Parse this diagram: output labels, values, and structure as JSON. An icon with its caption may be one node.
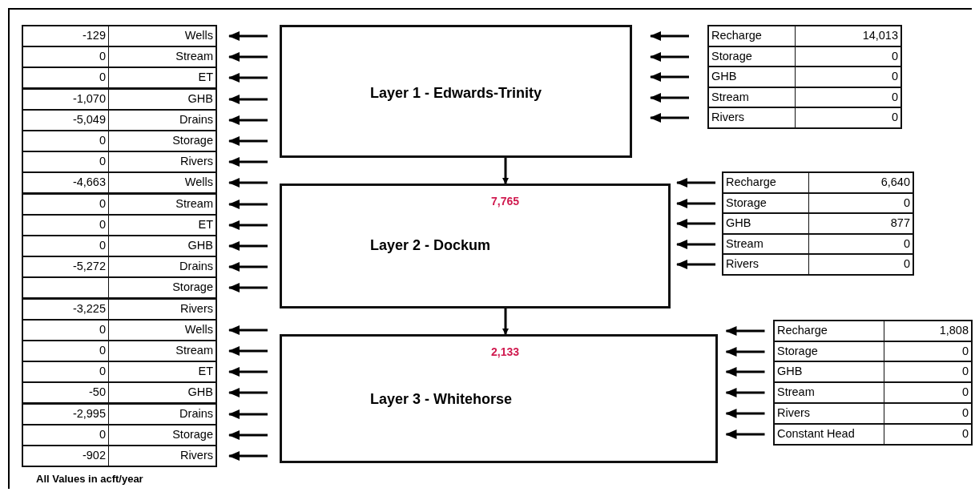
{
  "diagram": {
    "nodes": [
      {
        "text": [
          "Layer 1 - Edwards-Trinity"
        ]
      },
      {
        "text": [
          "Layer 2 - Dockum"
        ]
      },
      {
        "text": [
          "Layer 3 - Whitehorse"
        ]
      },
      {
        "text": [
          "-129",
          "Wells"
        ]
      },
      {
        "text": [
          "0",
          "Stream"
        ]
      },
      {
        "text": [
          "0",
          "ET"
        ]
      },
      {
        "text": [
          "-1,070",
          "GHB"
        ]
      },
      {
        "text": [
          "-5,049",
          "Drains"
        ]
      },
      {
        "text": [
          "0",
          "Storage"
        ]
      },
      {
        "text": [
          "0",
          "Rivers"
        ]
      },
      {
        "text": [
          "-4,663",
          "Wells"
        ]
      },
      {
        "text": [
          "0",
          "Stream"
        ]
      },
      {
        "text": [
          "0",
          "ET"
        ]
      },
      {
        "text": [
          "0",
          "GHB"
        ]
      },
      {
        "text": [
          "-5,272",
          "Drains"
        ]
      },
      {
        "text": [
          "Storage"
        ]
      },
      {
        "text": [
          "-3,225",
          "Rivers"
        ]
      },
      {
        "text": [
          "0",
          "Wells"
        ]
      },
      {
        "text": [
          "0",
          "Stream"
        ]
      },
      {
        "text": [
          "0",
          "ET"
        ]
      },
      {
        "text": [
          "-50",
          "GHB"
        ]
      },
      {
        "text": [
          "-2,995",
          "Drains"
        ]
      },
      {
        "text": [
          "0",
          "Storage"
        ]
      },
      {
        "text": [
          "-902",
          "Rivers"
        ]
      },
      {
        "text": [
          "Recharge",
          "14,013"
        ]
      },
      {
        "text": [
          "Storage",
          "0"
        ]
      },
      {
        "text": [
          "GHB",
          "0"
        ]
      },
      {
        "text": [
          "Stream",
          "0"
        ]
      },
      {
        "text": [
          "Rivers",
          "0"
        ]
      },
      {
        "text": [
          "Recharge",
          "6,640"
        ]
      },
      {
        "text": [
          "Storage",
          "0"
        ]
      },
      {
        "text": [
          "GHB",
          "877"
        ]
      },
      {
        "text": [
          "Stream",
          "0"
        ]
      },
      {
        "text": [
          "Rivers",
          "0"
        ]
      },
      {
        "text": [
          "Recharge",
          "1,808"
        ]
      },
      {
        "text": [
          "Storage",
          "0"
        ]
      },
      {
        "text": [
          "GHB",
          "0"
        ]
      },
      {
        "text": [
          "Stream",
          "0"
        ]
      },
      {
        "text": [
          "Rivers",
          "0"
        ]
      },
      {
        "text": [
          "Constant Head",
          "0"
        ]
      }
    ],
    "edges": [
      {
        "from": 0,
        "to": 3,
        "arrow": "to"
      },
      {
        "from": 0,
        "to": 4,
        "arrow": "to"
      },
      {
        "from": 0,
        "to": 5,
        "arrow": "to"
      },
      {
        "from": 0,
        "to": 6,
        "arrow": "to"
      },
      {
        "from": 0,
        "to": 7,
        "arrow": "to"
      },
      {
        "from": 0,
        "to": 8,
        "arrow": "to"
      },
      {
        "from": 0,
        "to": 9,
        "arrow": "to"
      },
      {
        "from": 1,
        "to": 10,
        "arrow": "to"
      },
      {
        "from": 1,
        "to": 11,
        "arrow": "to"
      },
      {
        "from": 1,
        "to": 12,
        "arrow": "to"
      },
      {
        "from": 1,
        "to": 13,
        "arrow": "to"
      },
      {
        "from": 1,
        "to": 14,
        "arrow": "to"
      },
      {
        "from": 1,
        "to": 15,
        "arrow": "to"
      },
      {
        "from": 2,
        "to": 17,
        "arrow": "to"
      },
      {
        "from": 2,
        "to": 18,
        "arrow": "to"
      },
      {
        "from": 2,
        "to": 19,
        "arrow": "to"
      },
      {
        "from": 2,
        "to": 20,
        "arrow": "to"
      },
      {
        "from": 2,
        "to": 21,
        "arrow": "to"
      },
      {
        "from": 2,
        "to": 22,
        "arrow": "to"
      },
      {
        "from": 2,
        "to": 23,
        "arrow": "to"
      },
      {
        "from": 24,
        "to": 0,
        "arrow": "to"
      },
      {
        "from": 25,
        "to": 0,
        "arrow": "to"
      },
      {
        "from": 26,
        "to": 0,
        "arrow": "to"
      },
      {
        "from": 27,
        "to": 0,
        "arrow": "to"
      },
      {
        "from": 28,
        "to": 0,
        "arrow": "to"
      },
      {
        "from": 29,
        "to": 1,
        "arrow": "to"
      },
      {
        "from": 30,
        "to": 1,
        "arrow": "to"
      },
      {
        "from": 31,
        "to": 1,
        "arrow": "to"
      },
      {
        "from": 32,
        "to": 1,
        "arrow": "to"
      },
      {
        "from": 33,
        "to": 1,
        "arrow": "to"
      },
      {
        "from": 34,
        "to": 2,
        "arrow": "to"
      },
      {
        "from": 35,
        "to": 2,
        "arrow": "to"
      },
      {
        "from": 36,
        "to": 2,
        "arrow": "to"
      },
      {
        "from": 37,
        "to": 2,
        "arrow": "to"
      },
      {
        "from": 38,
        "to": 2,
        "arrow": "to"
      },
      {
        "from": 39,
        "to": 2,
        "arrow": "to"
      },
      {
        "from": 0,
        "to": 1,
        "arrow": "to",
        "label": "7,765"
      },
      {
        "from": 1,
        "to": 2,
        "arrow": "to",
        "label": "2,133"
      }
    ],
    "labels": [
      "All Values in acft/year"
    ]
  }
}
